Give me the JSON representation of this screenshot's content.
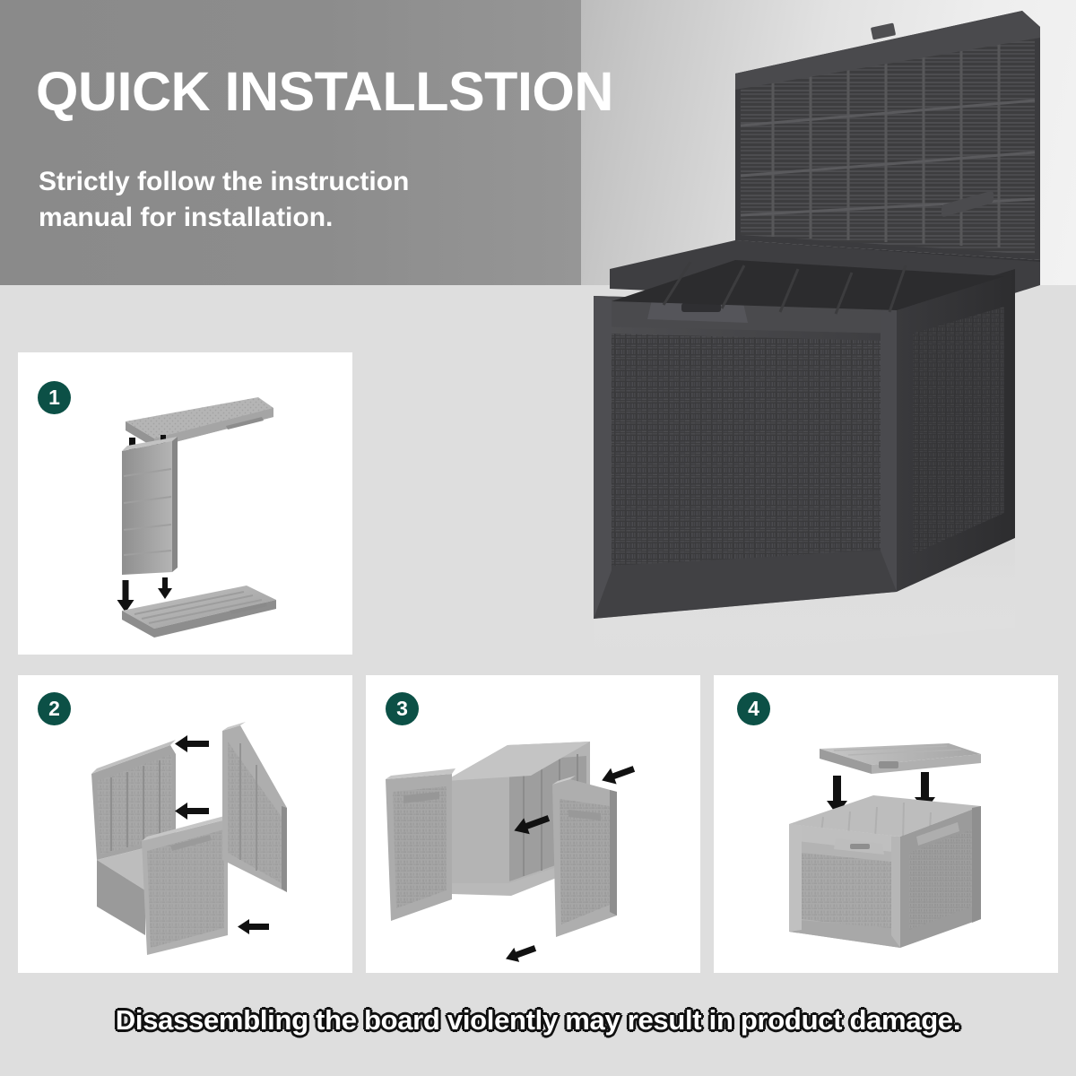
{
  "hero": {
    "title": "QUICK INSTALLSTION",
    "subtitle_line1": "Strictly follow the instruction",
    "subtitle_line2": "manual for installation.",
    "band_color": "#8a8a8a",
    "text_color": "#ffffff",
    "product_alt": "dark grey rattan-textured resin deck box with open lid"
  },
  "steps": [
    {
      "number": "1",
      "name": "step-1",
      "description": "Align the back panel between the top sheet and the bottom sheet.",
      "arrows": 4,
      "arrow_direction": "vertical"
    },
    {
      "number": "2",
      "name": "step-2",
      "description": "Slide the first side panel onto the base and back assembly.",
      "arrows": 3,
      "arrow_direction": "left"
    },
    {
      "number": "3",
      "name": "step-3",
      "description": "Attach the remaining side panel to complete the box walls.",
      "arrows": 3,
      "arrow_direction": "left"
    },
    {
      "number": "4",
      "name": "step-4",
      "description": "Lower the lid onto the assembled box.",
      "arrows": 2,
      "arrow_direction": "down"
    }
  ],
  "footer": {
    "caption": "Disassembling the board violently may result in product damage.",
    "text_color": "#ffffff",
    "outline_color": "#111111"
  },
  "theme": {
    "page_background": "#dedede",
    "panel_background": "#ffffff",
    "badge_color": "#0c5046",
    "badge_text_color": "#ffffff",
    "part_light": "#b9b9b9",
    "part_mid": "#9a9a9a",
    "part_dark": "#7e7e7e",
    "product_dark": "#3a3a3c",
    "arrow_color": "#111111"
  }
}
